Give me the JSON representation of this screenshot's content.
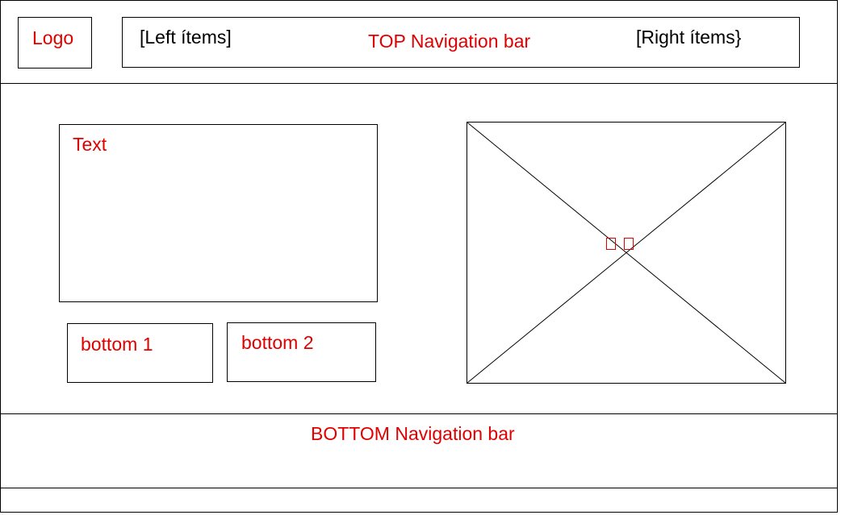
{
  "header": {
    "logo_label": "Logo",
    "left_items_label": "[Left ítems]",
    "nav_title": "TOP Navigation bar",
    "right_items_label": "[Right ítems}"
  },
  "main": {
    "text_box_label": "Text",
    "bottom1_label": "bottom 1",
    "bottom2_label": "bottom 2"
  },
  "footer": {
    "nav_title": "BOTTOM Navigation bar"
  },
  "colors": {
    "label_red": "#e00000",
    "line_black": "#000000"
  }
}
